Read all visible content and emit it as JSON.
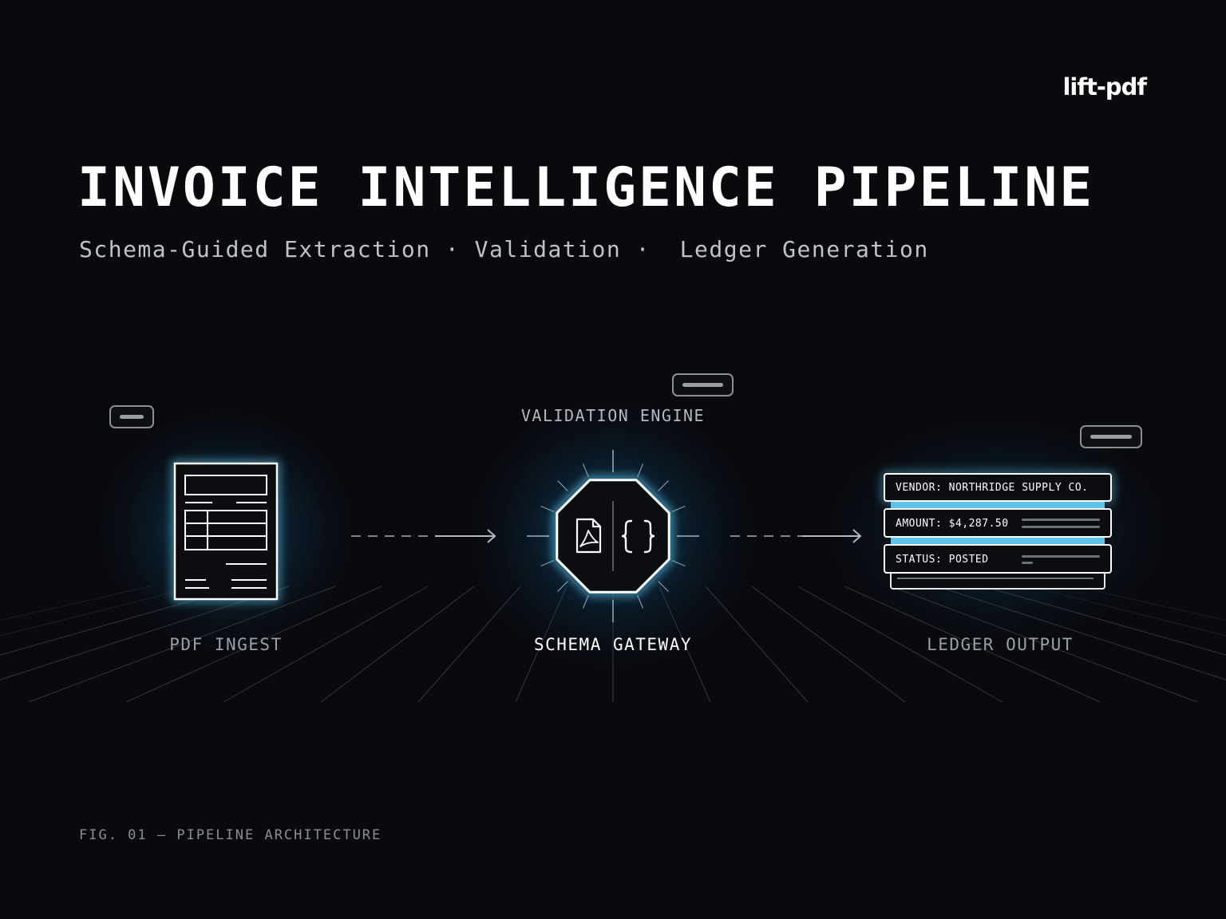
{
  "brand": "lift-pdf",
  "title": "INVOICE INTELLIGENCE PIPELINE",
  "subtitle": "Schema-Guided Extraction · Validation ·  Ledger Generation",
  "caption": "FIG. 01 — PIPELINE ARCHITECTURE",
  "nodes": {
    "ingest": {
      "label": "PDF INGEST"
    },
    "gateway": {
      "label": "SCHEMA GATEWAY",
      "top_label": "VALIDATION ENGINE"
    },
    "output": {
      "label": "LEDGER OUTPUT"
    }
  },
  "ledger": {
    "rows": [
      "VENDOR: NORTHRIDGE SUPPLY CO.",
      "AMOUNT: $4,287.50",
      "STATUS: POSTED"
    ]
  },
  "colors": {
    "background": "#090a0e",
    "accent_glow": "#1e9be0",
    "accent_bar": "#5ec3ea",
    "grid": "#3a3f48",
    "muted_text": "#9a9ea5"
  }
}
